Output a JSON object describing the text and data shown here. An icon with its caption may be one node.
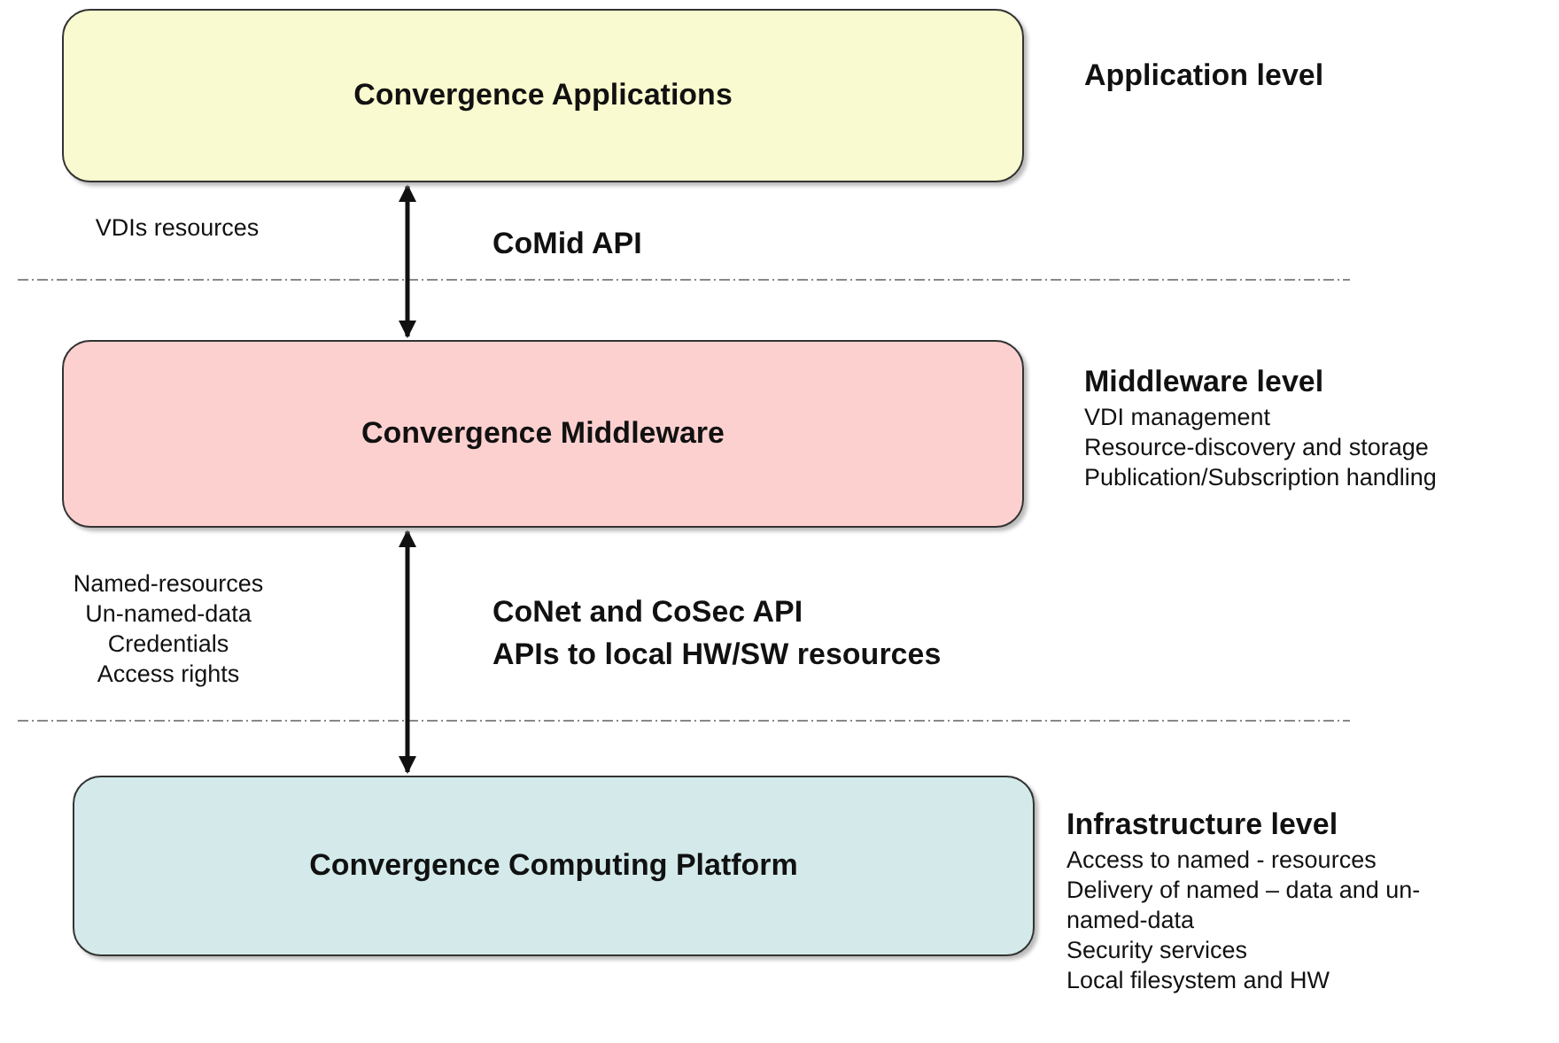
{
  "diagram": {
    "nodes": [
      {
        "text": [
          "Convergence Applications"
        ],
        "beside": [
          "Application level"
        ]
      },
      {
        "text": [
          "Convergence Middleware"
        ],
        "beside": [
          "Middleware level",
          "VDI management",
          "Resource-discovery and storage",
          "Publication/Subscription handling"
        ]
      },
      {
        "text": [
          "Convergence Computing Platform"
        ],
        "beside": [
          "Infrastructure level",
          "Access to named - resources",
          "Delivery of named – data and un-named-data",
          "Security services",
          "Local filesystem and HW"
        ]
      }
    ],
    "edges": [
      {
        "from": 0,
        "to": 1,
        "arrow": "both"
      },
      {
        "from": 1,
        "to": 2,
        "arrow": "both"
      }
    ],
    "labels": [
      "VDIs resources",
      "CoMid API",
      "Named-resources",
      "Un-named-data",
      "Credentials",
      "Access rights",
      "CoNet and CoSec API",
      "APIs to local HW/SW resources"
    ]
  }
}
